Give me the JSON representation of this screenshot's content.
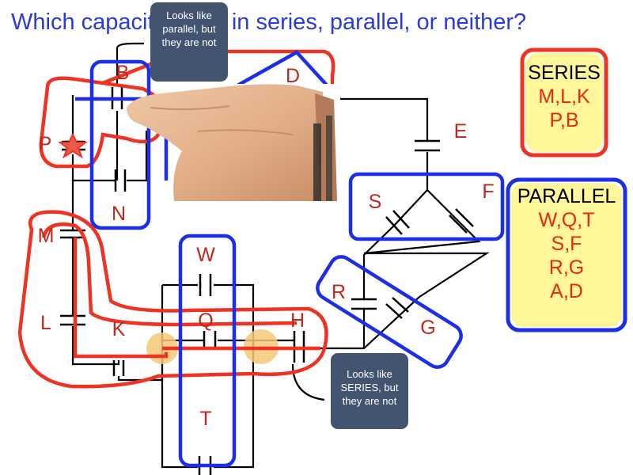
{
  "title": "Which capacitors are in series, parallel, or neither?",
  "callouts": {
    "top": [
      "Looks like",
      "parallel, but",
      "they are not"
    ],
    "bottom": [
      "Looks like",
      "SERIES, but",
      "they are not"
    ]
  },
  "series_box": {
    "heading": "SERIES",
    "items": [
      "M,L,K",
      "P,B"
    ]
  },
  "parallel_box": {
    "heading": "PARALLEL",
    "items": [
      "W,Q,T",
      "S,F",
      "R,G",
      "A,D"
    ]
  },
  "capacitor_labels": [
    "B",
    "D",
    "P",
    "N",
    "E",
    "S",
    "F",
    "M",
    "L",
    "K",
    "W",
    "Q",
    "T",
    "H",
    "R",
    "G"
  ],
  "colors": {
    "title": "#2a3ae0",
    "blue_group": "#1d2fe6",
    "red_group": "#ee3322",
    "label": "#c0281e",
    "answer_fill": "#fff79a",
    "callout_fill": "#425470",
    "junction": "#f6c878"
  },
  "overlay": "hand-pointing-image"
}
